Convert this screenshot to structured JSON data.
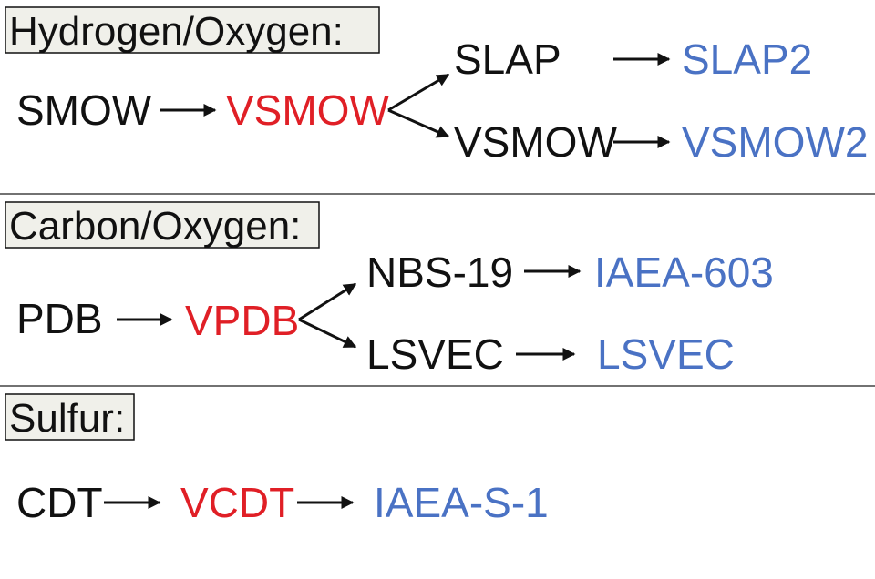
{
  "colors": {
    "black": "#111111",
    "red": "#e01f26",
    "blue": "#4a72c4",
    "header_bg": "#f0f0ea",
    "divider": "#444444"
  },
  "sections": {
    "hydrogen": {
      "header": "Hydrogen/Oxygen:",
      "original": "SMOW",
      "replacement": "VSMOW",
      "branch_top": "SLAP",
      "branch_top_successor": "SLAP2",
      "branch_bottom": "VSMOW",
      "branch_bottom_successor": "VSMOW2"
    },
    "carbon": {
      "header": "Carbon/Oxygen:",
      "original": "PDB",
      "replacement": "VPDB",
      "branch_top": "NBS-19",
      "branch_top_successor": "IAEA-603",
      "branch_bottom": "LSVEC",
      "branch_bottom_successor": "LSVEC"
    },
    "sulfur": {
      "header": "Sulfur:",
      "original": "CDT",
      "replacement": "VCDT",
      "successor": "IAEA-S-1"
    }
  }
}
